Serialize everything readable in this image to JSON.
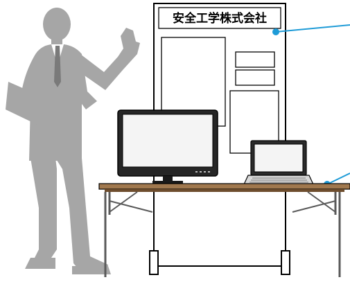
{
  "booth": {
    "sign_text": "安全工学株式会社"
  },
  "colors": {
    "silhouette": "#a6a6a6",
    "table_top": "#a0784e",
    "table_edge": "#6e4d2d",
    "callout": "#1e9bd7",
    "monitor_bezel": "#262626",
    "monitor_screen": "#f4f4f4",
    "legs": "#595959"
  },
  "icons": {
    "person": "presenter-silhouette",
    "monitor": "desktop-monitor",
    "laptop": "laptop-computer"
  }
}
